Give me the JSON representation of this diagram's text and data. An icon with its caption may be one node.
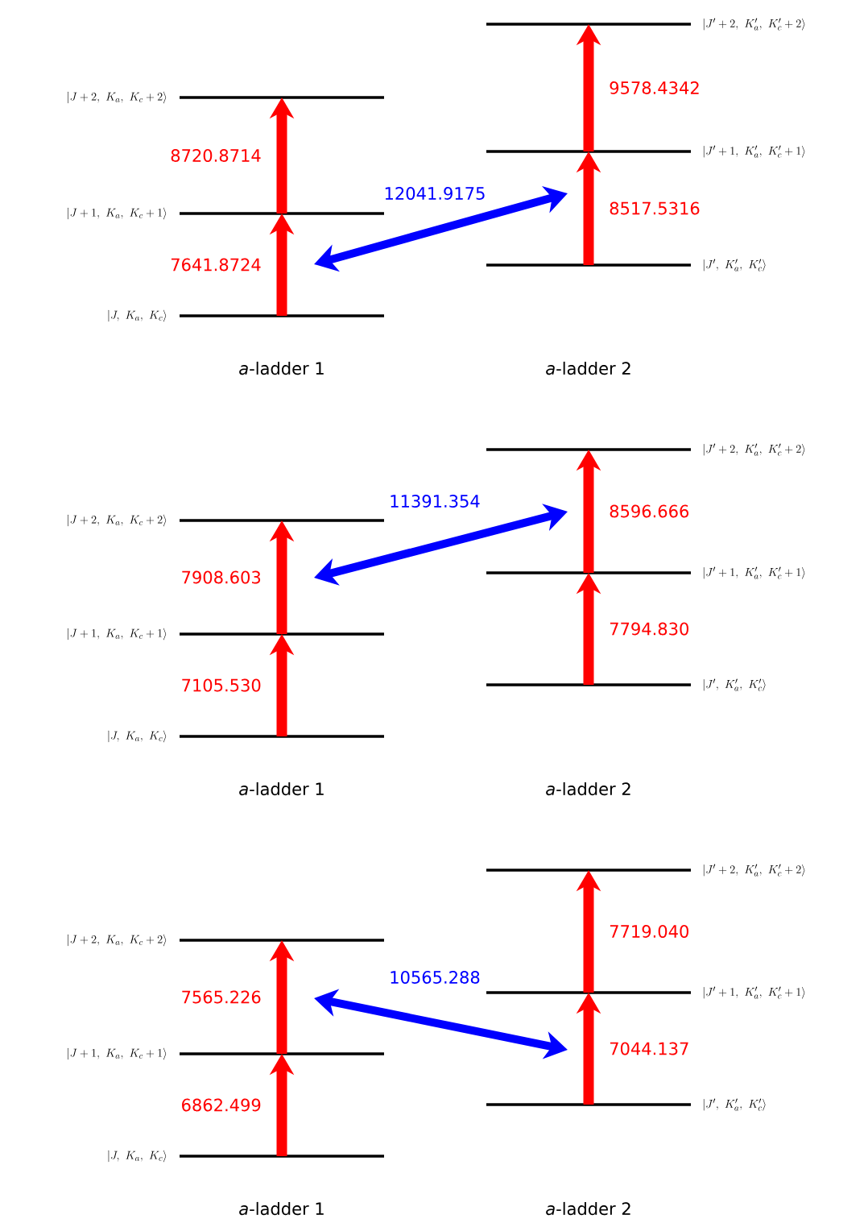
{
  "diagram": {
    "nodes": [
      {
        "text": [
          "|J,\\ K_a,\\ K_c\\rangle"
        ]
      },
      {
        "text": [
          "|J+1,\\ K_a,\\ K_c+1\\rangle"
        ]
      },
      {
        "text": [
          "|J+2,\\ K_a,\\ K_c+2\\rangle"
        ]
      },
      {
        "text": [
          "|J',\\ K_a',\\ K_c'\\rangle"
        ]
      },
      {
        "text": [
          "|J'+1,\\ K_a',\\ K_c'+1\\rangle"
        ]
      },
      {
        "text": [
          "|J'+2,\\ K_a',\\ K_c'+2\\rangle"
        ]
      },
      {
        "text": [
          "|J,\\ K_a,\\ K_c\\rangle"
        ]
      },
      {
        "text": [
          "|J+1,\\ K_a,\\ K_c+1\\rangle"
        ]
      },
      {
        "text": [
          "|J+2,\\ K_a,\\ K_c+2\\rangle"
        ]
      },
      {
        "text": [
          "|J',\\ K_a',\\ K_c'\\rangle"
        ]
      },
      {
        "text": [
          "|J'+1,\\ K_a',\\ K_c'+1\\rangle"
        ]
      },
      {
        "text": [
          "|J'+2,\\ K_a',\\ K_c'+2\\rangle"
        ]
      },
      {
        "text": [
          "|J,\\ K_a,\\ K_c\\rangle"
        ]
      },
      {
        "text": [
          "|J+1,\\ K_a,\\ K_c+1\\rangle"
        ]
      },
      {
        "text": [
          "|J+2,\\ K_a,\\ K_c+2\\rangle"
        ]
      },
      {
        "text": [
          "|J',\\ K_a',\\ K_c'\\rangle"
        ]
      },
      {
        "text": [
          "|J'+1,\\ K_a',\\ K_c'+1\\rangle"
        ]
      },
      {
        "text": [
          "|J'+2,\\ K_a',\\ K_c'+2\\rangle"
        ]
      }
    ],
    "edges": [
      {
        "from": 0,
        "to": 1,
        "arrow": "to",
        "label": "7641.8724"
      },
      {
        "from": 1,
        "to": 2,
        "arrow": "to",
        "label": "8720.8714"
      },
      {
        "from": 3,
        "to": 4,
        "arrow": "to",
        "label": "8517.5316"
      },
      {
        "from": 4,
        "to": 5,
        "arrow": "to",
        "label": "9578.4342"
      },
      {
        "from": 6,
        "to": 7,
        "arrow": "to",
        "label": "7105.530"
      },
      {
        "from": 7,
        "to": 8,
        "arrow": "to",
        "label": "7908.603"
      },
      {
        "from": 9,
        "to": 10,
        "arrow": "to",
        "label": "7794.830"
      },
      {
        "from": 10,
        "to": 11,
        "arrow": "to",
        "label": "8596.666"
      },
      {
        "from": 12,
        "to": 13,
        "arrow": "to",
        "label": "6862.499"
      },
      {
        "from": 13,
        "to": 14,
        "arrow": "to",
        "label": "7565.226"
      },
      {
        "from": 15,
        "to": 16,
        "arrow": "to",
        "label": "7044.137"
      },
      {
        "from": 16,
        "to": 17,
        "arrow": "to",
        "label": "7719.040"
      }
    ],
    "labels": [
      "12041.9175",
      "*a*-ladder 1",
      "*a*-ladder 2",
      "11391.354",
      "*a*-ladder 1",
      "*a*-ladder 2",
      "10565.288",
      "*a*-ladder 1",
      "*a*-ladder 2"
    ]
  }
}
